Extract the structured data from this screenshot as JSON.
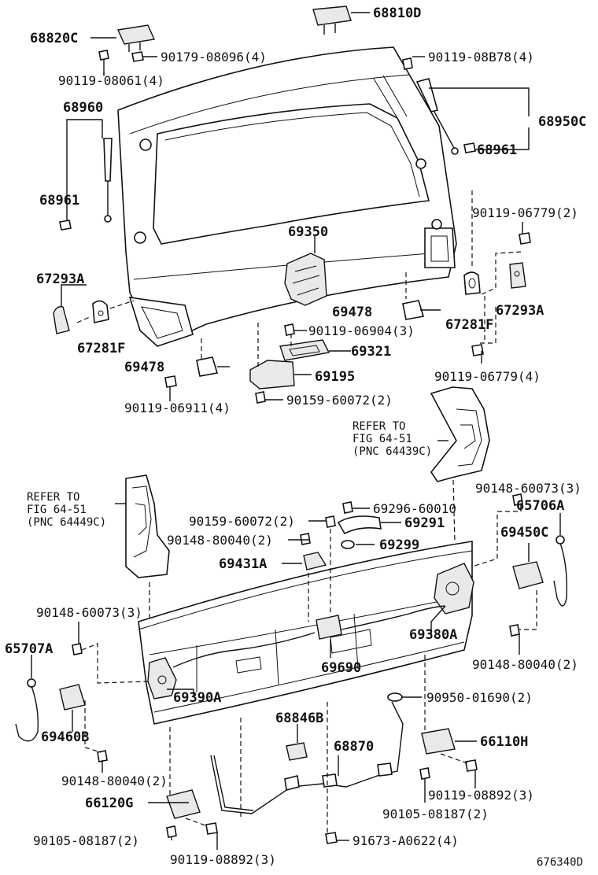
{
  "diagram_code": "676340D",
  "labels": {
    "p68810D": "68810D",
    "p68820C": "68820C",
    "p90179_08096": "90179-08096(4)",
    "p90119_08B78": "90119-08B78(4)",
    "p90119_08061": "90119-08061(4)",
    "p68960": "68960",
    "p68950C": "68950C",
    "p68961_right": "68961",
    "p68961_left": "68961",
    "p90119_06779_2": "90119-06779(2)",
    "p69350": "69350",
    "p67293A_left": "67293A",
    "p67293A_right": "67293A",
    "p67281F_left": "67281F",
    "p67281F_right": "67281F",
    "p69478_right": "69478",
    "p69478_left": "69478",
    "p90119_06904": "90119-06904(3)",
    "p69321": "69321",
    "p69195": "69195",
    "p90119_06779_4": "90119-06779(4)",
    "p90119_06911": "90119-06911(4)",
    "p90159_60072_a": "90159-60072(2)",
    "p90159_60072_b": "90159-60072(2)",
    "p69296_60010": "69296-60010",
    "p69291": "69291",
    "p90148_80040_top": "90148-80040(2)",
    "p69299": "69299",
    "p69431A": "69431A",
    "p90148_60073_right": "90148-60073(3)",
    "p65706A": "65706A",
    "p69450C": "69450C",
    "p90148_60073_left": "90148-60073(3)",
    "p65707A": "65707A",
    "p69380A": "69380A",
    "p69690": "69690",
    "p90148_80040_right": "90148-80040(2)",
    "p69390A": "69390A",
    "p90950_01690": "90950-01690(2)",
    "p68846B": "68846B",
    "p69460B": "69460B",
    "p68870": "68870",
    "p66110H": "66110H",
    "p90148_80040_left": "90148-80040(2)",
    "p90119_08892_right": "90119-08892(3)",
    "p66120G": "66120G",
    "p90105_08187_right": "90105-08187(2)",
    "p90105_08187_left": "90105-08187(2)",
    "p90119_08892_left": "90119-08892(3)",
    "p91673_A0622": "91673-A0622(4)"
  },
  "refs": {
    "right": {
      "line1": "REFER TO",
      "line2": "FIG 64-51",
      "line3": "(PNC 64439C)"
    },
    "left": {
      "line1": "REFER TO",
      "line2": "FIG 64-51",
      "line3": "(PNC 64449C)"
    }
  }
}
